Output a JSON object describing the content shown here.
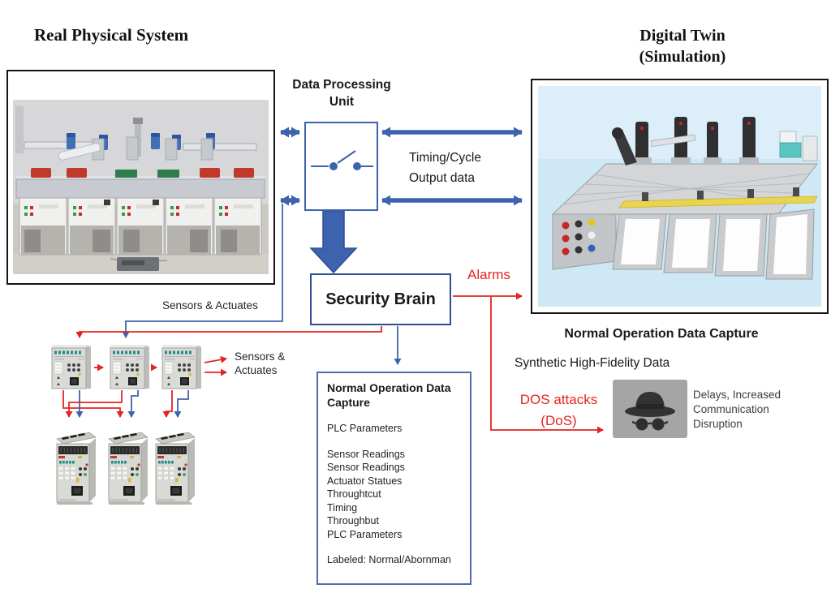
{
  "colors": {
    "arrow_blue": "#3e63ae",
    "box_blue": "#2e4f96",
    "alert_red": "#e52421",
    "ink": "#1a1a1a",
    "twin_bg": "#cfe8f5",
    "attacker_bg": "#a5a5a5"
  },
  "header": {
    "left_title": "Real Physical System",
    "right_title_line1": "Digital Twin",
    "right_title_line2": "(Simulation)"
  },
  "dpu": {
    "title_line1": "Data Processing",
    "title_line2": "Unit",
    "icon": "open-switch-icon"
  },
  "connections": {
    "timing_line1": "Timing/Cycle",
    "timing_line2": "Output data",
    "alarms_label": "Alarms",
    "sensors_top_label": "Sensors & Actuates",
    "sensors_right_line1": "Sensors &",
    "sensors_right_line2": "Actuates"
  },
  "security_brain": {
    "label": "Security Brain"
  },
  "capture_box": {
    "title_line1": "Normal Operation Data",
    "title_line2": "Capture",
    "group1": [
      "PLC Parameters"
    ],
    "group2": [
      "Sensor Readings",
      "Sensor Readings",
      "Actuator Statues",
      "Throughtcut",
      "Timing",
      "Throughbut",
      "PLC Parameters"
    ],
    "footer": "Labeled: Normal/Abornman"
  },
  "twin_section": {
    "caption": "Normal Operation Data Capture",
    "synthetic_label": "Synthetic High-Fidelity Data",
    "dos_line1": "DOS attacks",
    "dos_line2": "(DoS)",
    "attacker_icon": "spy-hat-sunglasses-icon",
    "impact_line1": "Delays, Increased",
    "impact_line2": "Communication",
    "impact_line3": "Disruption"
  }
}
